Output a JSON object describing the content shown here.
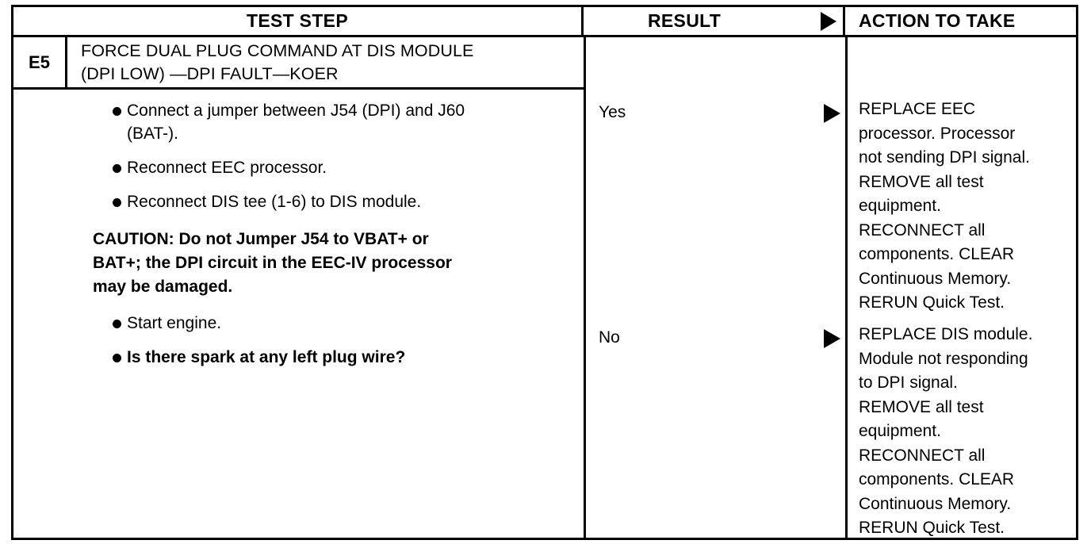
{
  "document": {
    "type": "pinpoint-test-table",
    "title": "Diagnostic Pinpoint Test Step E5"
  },
  "header": {
    "test_step": "TEST STEP",
    "result": "RESULT",
    "result_arrow_icon": "right-triangle-icon",
    "action": "ACTION TO TAKE"
  },
  "step": {
    "id": "E5",
    "title_line_1": "FORCE DUAL PLUG COMMAND AT DIS MODULE",
    "title_line_2": "(DPI LOW) —DPI FAULT—KOER"
  },
  "procedure": {
    "bullets_before_caution": [
      {
        "text_line_1": "Connect a jumper between J54 (DPI) and J60",
        "text_line_2": "(BAT-).",
        "bold": false
      },
      {
        "text_line_1": "Reconnect EEC processor.",
        "text_line_2": "",
        "bold": false
      },
      {
        "text_line_1": "Reconnect DIS tee (1-6) to DIS module.",
        "text_line_2": "",
        "bold": false
      }
    ],
    "caution": {
      "line_1": "CAUTION: Do not Jumper J54 to VBAT+ or",
      "line_2": "BAT+; the DPI circuit in the EEC-IV processor",
      "line_3": "may be damaged."
    },
    "bullets_after_caution": [
      {
        "text_line_1": "Start engine.",
        "text_line_2": "",
        "bold": false
      },
      {
        "text_line_1": "Is there spark at any left plug wire?",
        "text_line_2": "",
        "bold": true
      }
    ]
  },
  "results": [
    {
      "label": "Yes",
      "arrow_icon": "right-triangle-icon",
      "action_lines": [
        "REPLACE EEC",
        "processor. Processor",
        "not sending DPI signal.",
        "REMOVE all test",
        "equipment.",
        "RECONNECT all",
        "components. CLEAR",
        "Continuous Memory.",
        "RERUN Quick Test."
      ]
    },
    {
      "label": "No",
      "arrow_icon": "right-triangle-icon",
      "action_lines": [
        "REPLACE DIS module.",
        "Module not responding",
        "to DPI signal.",
        "REMOVE all test",
        "equipment.",
        "RECONNECT all",
        "components. CLEAR",
        "Continuous Memory.",
        "RERUN Quick Test."
      ]
    }
  ],
  "colors": {
    "ink": "#000000",
    "paper": "#ffffff"
  }
}
